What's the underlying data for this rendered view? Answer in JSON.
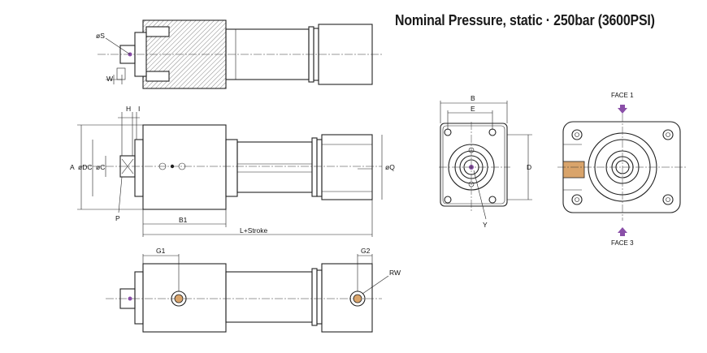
{
  "title": "Nominal Pressure, static · 250bar (3600PSI)",
  "labels": {
    "dS": "øS",
    "W": "W",
    "H": "H",
    "I": "I",
    "A": "A",
    "dDC": "øDC",
    "dC": "øC",
    "P": "P",
    "dQ": "øQ",
    "B1": "B1",
    "LStroke": "L+Stroke",
    "G1": "G1",
    "G2": "G2",
    "RW": "RW",
    "B": "B",
    "E": "E",
    "D": "D",
    "Y": "Y",
    "face1": "FACE 1",
    "face3": "FACE 3"
  },
  "colors": {
    "line": "#222222",
    "port": "#d9a46b",
    "face_arrow": "#8a4fa8",
    "marker": "#8a4fa8",
    "hatch": "#333333"
  }
}
